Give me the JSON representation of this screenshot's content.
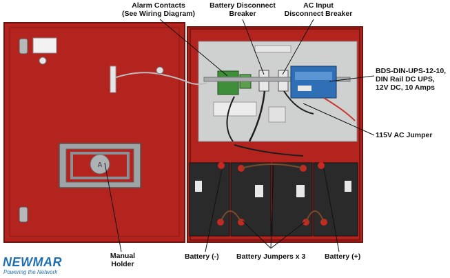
{
  "labels": {
    "alarm_contacts_1": "Alarm Contacts",
    "alarm_contacts_2": "(See Wiring Diagram)",
    "battery_disconnect_1": "Battery Disconnect",
    "battery_disconnect_2": "Breaker",
    "ac_input_1": "AC Input",
    "ac_input_2": "Disconnect Breaker",
    "ups_1": "BDS-DIN-UPS-12-10,",
    "ups_2": "DIN Rail DC UPS,",
    "ups_3": "12V DC, 10 Amps",
    "ac_jumper": "115V AC Jumper",
    "manual_holder_1": "Manual",
    "manual_holder_2": "Holder",
    "battery_neg": "Battery (-)",
    "battery_jumpers": "Battery Jumpers x 3",
    "battery_pos": "Battery (+)"
  },
  "logo": {
    "word": "NEWMAR",
    "tagline": "Powering the Network"
  },
  "colors": {
    "enclosure_red": "#b3241f",
    "enclosure_dark": "#7c1410",
    "panel_silver": "#cfd0d0",
    "battery_black": "#2a2a2a",
    "ups_blue": "#2e6fb6",
    "brand_blue": "#1f6fb0"
  }
}
